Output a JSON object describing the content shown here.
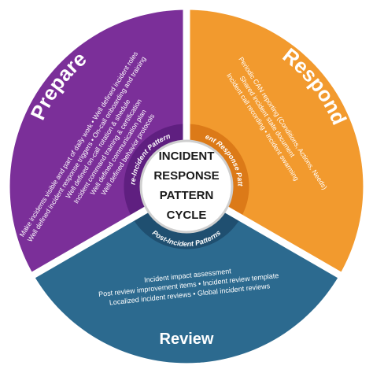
{
  "center": {
    "lines": [
      "INCIDENT",
      "RESPONSE",
      "PATTERN",
      "CYCLE"
    ]
  },
  "colors": {
    "prepare": "#7b2f99",
    "prepare_inner": "#5f1f80",
    "respond": "#f29a2e",
    "respond_inner": "#dc7a18",
    "review": "#2c6a8f",
    "review_inner": "#1f4f70",
    "divider": "#ffffff",
    "center_text": "#1a1a1a"
  },
  "segments": {
    "prepare": {
      "title": "Prepare",
      "subtitle": "Pre-Incident Patterns",
      "items": [
        "Make incidents visible and part of daily work • Well defined incident roles",
        "Well defined incident response triggers • On-call onboarding and training",
        "Well defined on-call rotation & shedule",
        "Incident command training & certification",
        "Well defined communication plan",
        "Well defined behavior protocols"
      ]
    },
    "respond": {
      "title": "Respond",
      "subtitle": "Incident Response Patterns",
      "items": [
        "Periodic CAN reporting (Conditions, Actions, Needs)",
        "Shared incident state document",
        "Incident call recording • Incident swarming"
      ]
    },
    "review": {
      "title": "Review",
      "subtitle": "Post-Incident Patterns",
      "items": [
        "Incident impact assessment",
        "Post review improvement items • Incident review template",
        "Localized incident reviews • Global incident reviews"
      ]
    }
  }
}
